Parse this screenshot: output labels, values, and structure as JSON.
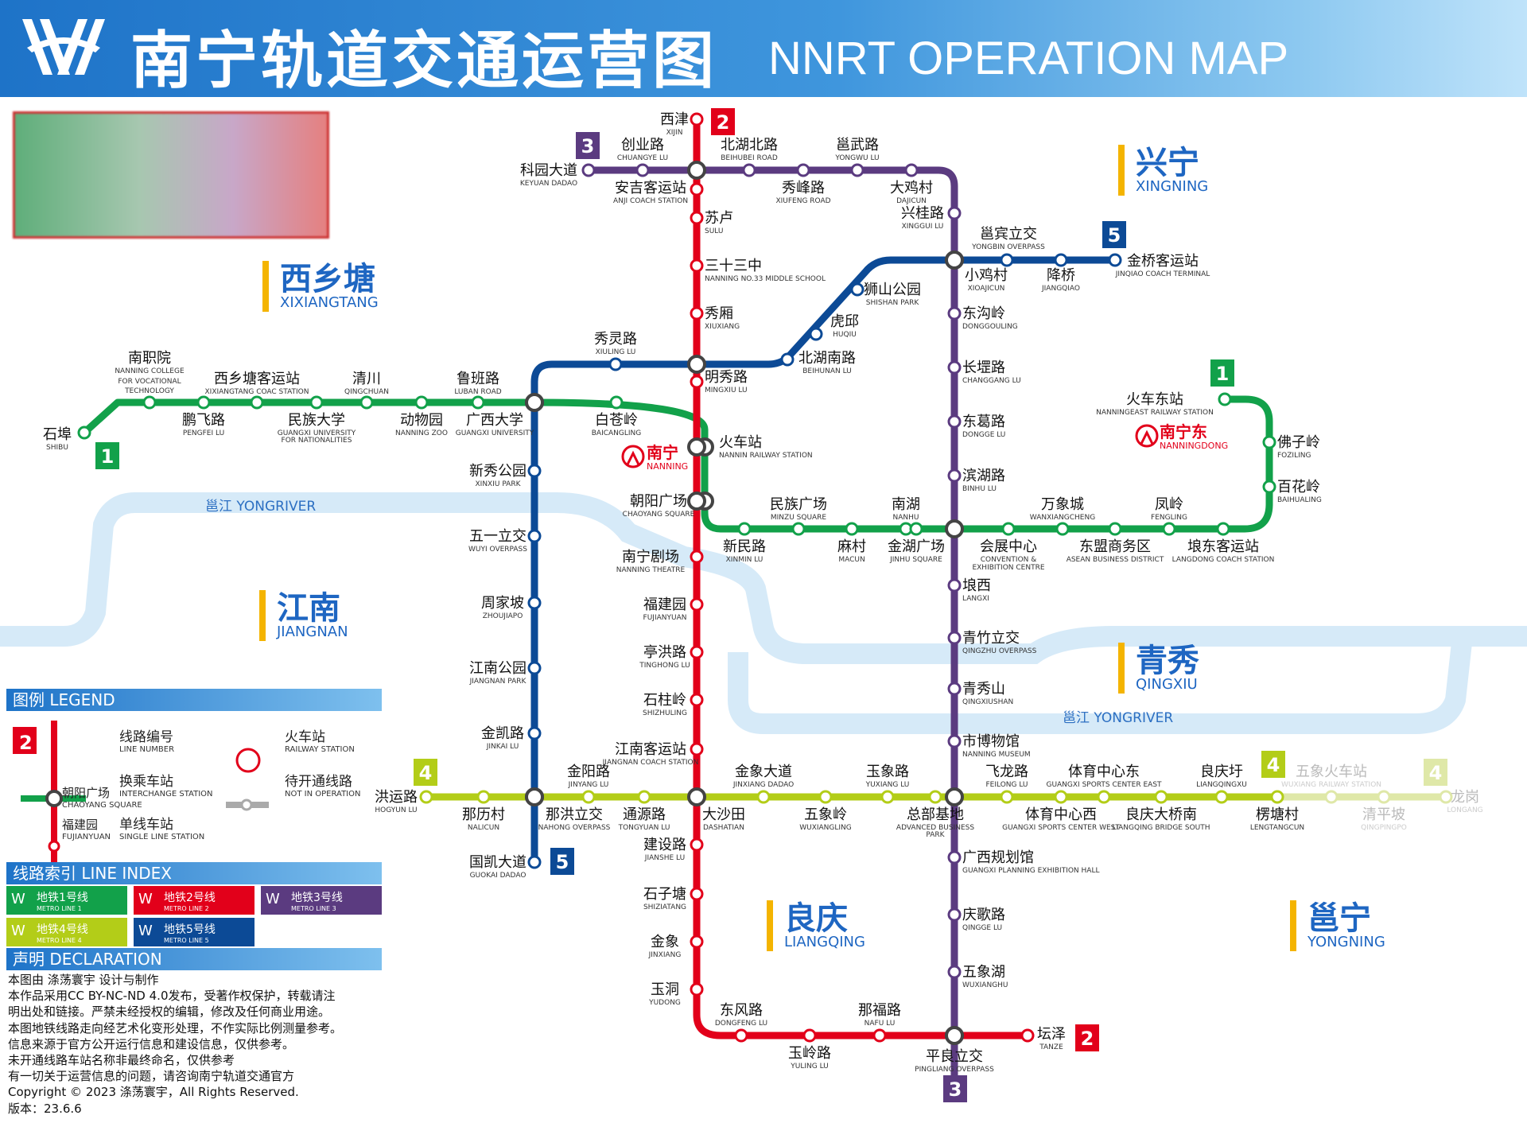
{
  "header": {
    "title_cn": "南宁轨道交通运营图",
    "title_en": "NNRT OPERATION MAP"
  },
  "colors": {
    "line1": "#12a14a",
    "line2": "#e2001a",
    "line3": "#5b3b80",
    "line4": "#b3cd18",
    "line5": "#0c4a96",
    "river": "#cfe6f6",
    "header": "#2a83d3"
  },
  "lines": [
    {
      "id": "1",
      "color": "#12a14a",
      "badge": "1"
    },
    {
      "id": "2",
      "color": "#e2001a",
      "badge": "2"
    },
    {
      "id": "3",
      "color": "#5b3b80",
      "badge": "3"
    },
    {
      "id": "4",
      "color": "#b3cd18",
      "badge": "4"
    },
    {
      "id": "5",
      "color": "#0c4a96",
      "badge": "5"
    }
  ],
  "districts": [
    {
      "cn": "兴宁",
      "en": "XINGNING"
    },
    {
      "cn": "西乡塘",
      "en": "XIXIANGTANG"
    },
    {
      "cn": "江南",
      "en": "JIANGNAN"
    },
    {
      "cn": "青秀",
      "en": "QINGXIU"
    },
    {
      "cn": "良庆",
      "en": "LIANGQING"
    },
    {
      "cn": "邕宁",
      "en": "YONGNING"
    }
  ],
  "rivers": [
    {
      "cn": "邕江",
      "en": "YONGRIVER"
    },
    {
      "cn": "邕江",
      "en": "YONGRIVER"
    }
  ],
  "railway_stations": [
    {
      "cn": "南宁",
      "en": "NANNING"
    },
    {
      "cn": "南宁东",
      "en": "NANNINGDONG"
    }
  ],
  "stations": [
    {
      "cn": "石埠",
      "en": "SHIBU"
    },
    {
      "cn": "南职院",
      "en": "NANNING COLLEGE"
    },
    {
      "cn": "",
      "en": "FOR VOCATIONAL"
    },
    {
      "cn": "",
      "en": "TECHNOLOGY"
    },
    {
      "cn": "鹏飞路",
      "en": "PENGFEI LU"
    },
    {
      "cn": "西乡塘客运站",
      "en": "XIXIANGTANG COAC STATION"
    },
    {
      "cn": "民族大学",
      "en": "GUANGXI UNIVERSITY"
    },
    {
      "cn": "",
      "en": "FOR NATIONALITIES"
    },
    {
      "cn": "清川",
      "en": "QINGCHUAN"
    },
    {
      "cn": "动物园",
      "en": "NANNING ZOO"
    },
    {
      "cn": "鲁班路",
      "en": "LUBAN ROAD"
    },
    {
      "cn": "广西大学",
      "en": "GUANGXI UNIVERSITY"
    },
    {
      "cn": "白苍岭",
      "en": "BAICANGLING"
    },
    {
      "cn": "火车站",
      "en": "NANNIN RAILWAY STATION"
    },
    {
      "cn": "朝阳广场",
      "en": "CHAOYANG SQUARE"
    },
    {
      "cn": "新民路",
      "en": "XINMIN LU"
    },
    {
      "cn": "民族广场",
      "en": "MINZU SQUARE"
    },
    {
      "cn": "麻村",
      "en": "MACUN"
    },
    {
      "cn": "南湖",
      "en": "NANHU"
    },
    {
      "cn": "金湖广场",
      "en": "JINHU SQUARE"
    },
    {
      "cn": "会展中心",
      "en": "CONVENTION &"
    },
    {
      "cn": "",
      "en": "EXHIBITION CENTRE"
    },
    {
      "cn": "万象城",
      "en": "WANXIANGCHENG"
    },
    {
      "cn": "东盟商务区",
      "en": "ASEAN BUSINESS DISTRICT"
    },
    {
      "cn": "凤岭",
      "en": "FENGLING"
    },
    {
      "cn": "埌东客运站",
      "en": "LANGDONG COACH STATION"
    },
    {
      "cn": "百花岭",
      "en": "BAIHUALING"
    },
    {
      "cn": "佛子岭",
      "en": "FOZILING"
    },
    {
      "cn": "火车东站",
      "en": "NANNINGEAST RAILWAY STATION"
    },
    {
      "cn": "西津",
      "en": "XIJIN"
    },
    {
      "cn": "安吉客运站",
      "en": "ANJI COACH STATION"
    },
    {
      "cn": "苏卢",
      "en": "SULU"
    },
    {
      "cn": "三十三中",
      "en": "NANNING NO.33 MIDDLE SCHOOL"
    },
    {
      "cn": "秀厢",
      "en": "XIUXIANG"
    },
    {
      "cn": "明秀路",
      "en": "MINGXIU LU"
    },
    {
      "cn": "南宁剧场",
      "en": "NANNING THEATRE"
    },
    {
      "cn": "福建园",
      "en": "FUJIANYUAN"
    },
    {
      "cn": "亭洪路",
      "en": "TINGHONG LU"
    },
    {
      "cn": "石柱岭",
      "en": "SHIZHULING"
    },
    {
      "cn": "江南客运站",
      "en": "JIANGNAN COACH STATION"
    },
    {
      "cn": "大沙田",
      "en": "DASHATIAN"
    },
    {
      "cn": "建设路",
      "en": "JIANSHE LU"
    },
    {
      "cn": "石子塘",
      "en": "SHIZIATANG"
    },
    {
      "cn": "金象",
      "en": "JINXIANG"
    },
    {
      "cn": "玉洞",
      "en": "YUDONG"
    },
    {
      "cn": "东风路",
      "en": "DONGFENG LU"
    },
    {
      "cn": "玉岭路",
      "en": "YULING LU"
    },
    {
      "cn": "那福路",
      "en": "NAFU LU"
    },
    {
      "cn": "坛泽",
      "en": "TANZE"
    },
    {
      "cn": "科园大道",
      "en": "KEYUAN DADAO"
    },
    {
      "cn": "创业路",
      "en": "CHUANGYE LU"
    },
    {
      "cn": "北湖北路",
      "en": "BEIHUBEI ROAD"
    },
    {
      "cn": "秀峰路",
      "en": "XIUFENG ROAD"
    },
    {
      "cn": "邕武路",
      "en": "YONGWU LU"
    },
    {
      "cn": "大鸡村",
      "en": "DAJICUN"
    },
    {
      "cn": "兴桂路",
      "en": "XINGGUI LU"
    },
    {
      "cn": "东沟岭",
      "en": "DONGGOULING"
    },
    {
      "cn": "长堽路",
      "en": "CHANGGANG LU"
    },
    {
      "cn": "东葛路",
      "en": "DONGGE LU"
    },
    {
      "cn": "滨湖路",
      "en": "BINHU LU"
    },
    {
      "cn": "埌西",
      "en": "LANGXI"
    },
    {
      "cn": "青竹立交",
      "en": "QINGZHU OVERPASS"
    },
    {
      "cn": "青秀山",
      "en": "QINGXIUSHAN"
    },
    {
      "cn": "市博物馆",
      "en": "NANNING MUSEUM"
    },
    {
      "cn": "广西规划馆",
      "en": "GUANGXI PLANNING EXHIBITION HALL"
    },
    {
      "cn": "庆歌路",
      "en": "QINGGE LU"
    },
    {
      "cn": "五象湖",
      "en": "WUXIANGHU"
    },
    {
      "cn": "平良立交",
      "en": "PINGLIANG OVERPASS"
    },
    {
      "cn": "洪运路",
      "en": "HOGYUN LU"
    },
    {
      "cn": "那历村",
      "en": "NALICUN"
    },
    {
      "cn": "那洪立交",
      "en": "NAHONG OVERPASS"
    },
    {
      "cn": "通源路",
      "en": "TONGYUAN LU"
    },
    {
      "cn": "金阳路",
      "en": "JINYANG LU"
    },
    {
      "cn": "金象大道",
      "en": "JINXIANG DADAO"
    },
    {
      "cn": "五象岭",
      "en": "WUXIANGLING"
    },
    {
      "cn": "玉象路",
      "en": "YUXIANG LU"
    },
    {
      "cn": "总部基地",
      "en": "ADVANCED BUSINESS"
    },
    {
      "cn": "",
      "en": "PARK"
    },
    {
      "cn": "飞龙路",
      "en": "FEILONG LU"
    },
    {
      "cn": "体育中心西",
      "en": "GUANGXI SPORTS CENTER WEST"
    },
    {
      "cn": "体育中心东",
      "en": "GUANGXI SPORTS CENTER EAST"
    },
    {
      "cn": "良庆大桥南",
      "en": "LIANGQING BRIDGE SOUTH"
    },
    {
      "cn": "良庆圩",
      "en": "LIANGQINGXU"
    },
    {
      "cn": "楞塘村",
      "en": "LENGTANGCUN"
    },
    {
      "cn": "五象火车站",
      "en": "WUXIANG RAILWAY STATION"
    },
    {
      "cn": "清平坡",
      "en": "QINGPINGPO"
    },
    {
      "cn": "龙岗",
      "en": "LONGANG"
    },
    {
      "cn": "邕宾立交",
      "en": "YONGBIN OVERPASS"
    },
    {
      "cn": "小鸡村",
      "en": "XIOAJICUN"
    },
    {
      "cn": "降桥",
      "en": "JIANGQIAO"
    },
    {
      "cn": "金桥客运站",
      "en": "JINQIAO COACH TERMINAL"
    },
    {
      "cn": "狮山公园",
      "en": "SHISHAN PARK"
    },
    {
      "cn": "虎邱",
      "en": "HUQIU"
    },
    {
      "cn": "北湖南路",
      "en": "BEIHUNAN LU"
    },
    {
      "cn": "秀灵路",
      "en": "XIULING LU"
    },
    {
      "cn": "新秀公园",
      "en": "XINXIU PARK"
    },
    {
      "cn": "五一立交",
      "en": "WUYI OVERPASS"
    },
    {
      "cn": "周家坡",
      "en": "ZHOUJIAPO"
    },
    {
      "cn": "江南公园",
      "en": "JIANGNAN PARK"
    },
    {
      "cn": "金凯路",
      "en": "JINKAI LU"
    },
    {
      "cn": "国凯大道",
      "en": "GUOKAI DADAO"
    }
  ],
  "legend": {
    "title": "图例 LEGEND",
    "line_number": "线路编号",
    "line_number_en": "LINE NUMBER",
    "railway": "火车站",
    "railway_en": "RAILWAY STATION",
    "interchange": "换乘车站",
    "interchange_en": "INTERCHANGE STATION",
    "not_in_op": "待开通线路",
    "not_in_op_en": "NOT IN OPERATION",
    "single": "单线车站",
    "single_en": "SINGLE LINE STATION",
    "sample_interchange": "朝阳广场",
    "sample_interchange_en": "CHAOYANG SQUARE",
    "sample_single": "福建园",
    "sample_single_en": "FUJIANYUAN"
  },
  "line_index": {
    "title": "线路索引 LINE INDEX",
    "items": [
      {
        "cn": "地铁1号线",
        "en": "METRO LINE 1",
        "color": "#12a14a"
      },
      {
        "cn": "地铁2号线",
        "en": "METRO LINE 2",
        "color": "#e2001a"
      },
      {
        "cn": "地铁3号线",
        "en": "METRO LINE 3",
        "color": "#5b3b80"
      },
      {
        "cn": "地铁4号线",
        "en": "METRO LINE 4",
        "color": "#b3cd18"
      },
      {
        "cn": "地铁5号线",
        "en": "METRO LINE 5",
        "color": "#0c4a96"
      }
    ]
  },
  "declaration": {
    "title": "声明 DECLARATION",
    "lines": [
      "本图由 涤荡寰宇 设计与制作",
      "本作品采用CC BY-NC-ND 4.0发布，受著作权保护，转载请注",
      "明出处和链接。严禁未经授权的编辑，修改及任何商业用途。",
      "本图地铁线路走向经艺术化变形处理，不作实际比例测量参考。",
      "信息来源于官方公开运行信息和建设信息，仅供参考。",
      "未开通线路车站名称非最终命名，仅供参考",
      "有一切关于运营信息的问题，请咨询南宁轨道交通官方",
      "Copyright ©  2023 涤荡寰宇，All Rights Reserved.",
      "版本：23.6.6"
    ]
  }
}
